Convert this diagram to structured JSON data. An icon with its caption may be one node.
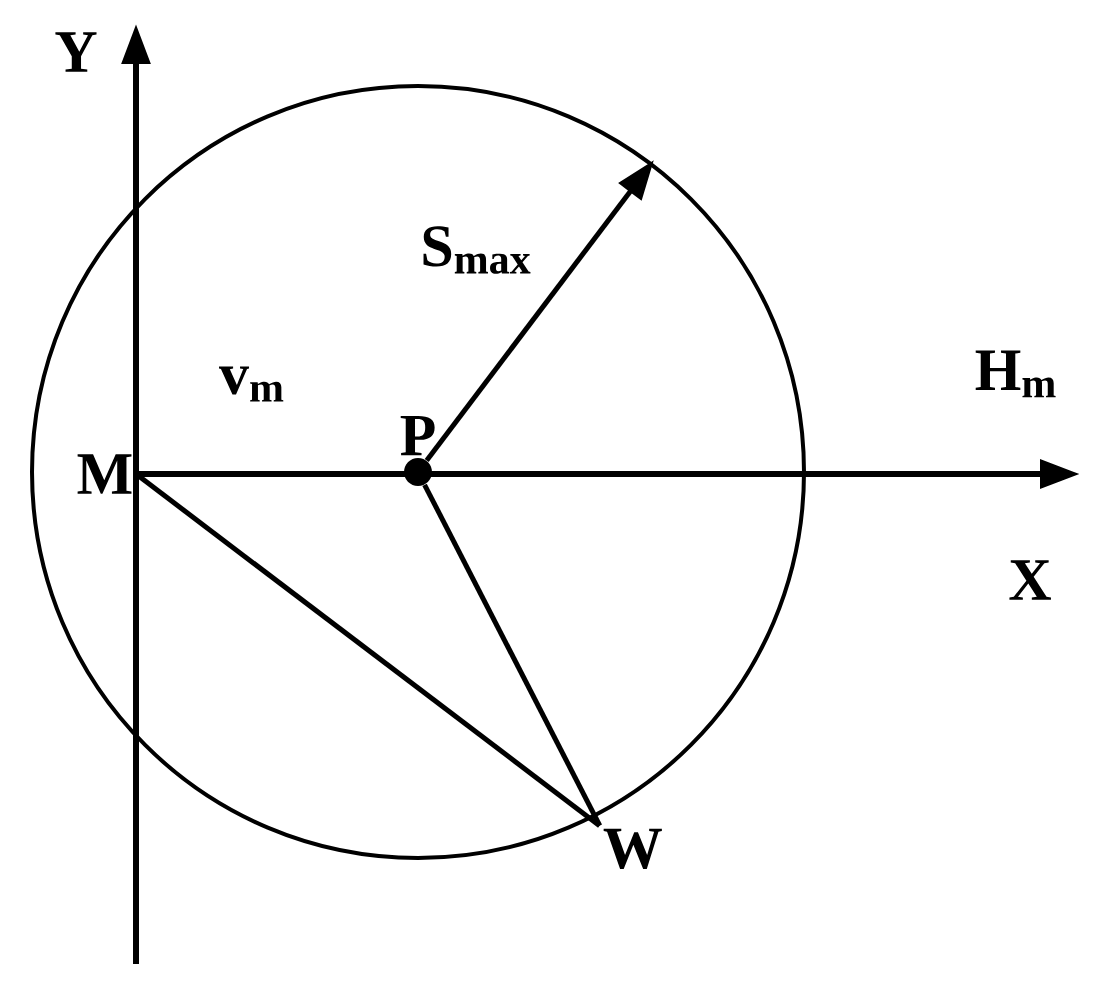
{
  "diagram": {
    "nodes": [
      {
        "text": [
          "P"
        ]
      },
      {
        "text": [
          "M"
        ]
      },
      {
        "text": [
          "W"
        ]
      }
    ],
    "edges": [
      {
        "from": 0,
        "to": null,
        "arrow": "to",
        "label": "S$_{max}$"
      },
      {
        "from": 1,
        "to": 2,
        "arrow": "none"
      },
      {
        "from": 0,
        "to": 2,
        "arrow": "none"
      }
    ],
    "labels": [
      "Y",
      "X",
      "H$_{m}$",
      "v$_{m}$"
    ]
  }
}
